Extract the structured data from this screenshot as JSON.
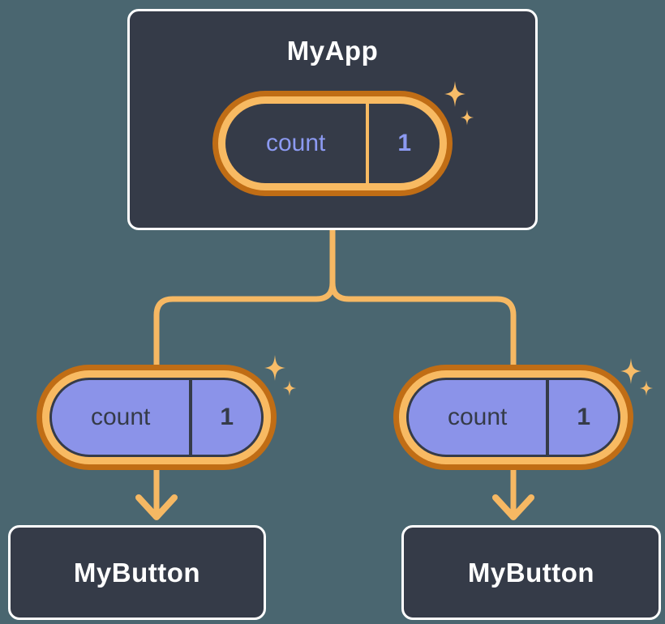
{
  "nodes": {
    "app": {
      "label": "MyApp",
      "state": {
        "key": "count",
        "value": "1"
      }
    },
    "button_left": {
      "label": "MyButton"
    },
    "button_right": {
      "label": "MyButton"
    }
  },
  "props": {
    "left": {
      "key": "count",
      "value": "1"
    },
    "right": {
      "key": "count",
      "value": "1"
    }
  },
  "icons": {
    "sparkle": "sparkle-icon",
    "arrow": "arrow-down-icon"
  },
  "colors": {
    "background": "#4a6670",
    "node_fill": "#353b48",
    "node_border": "#ffffff",
    "node_text": "#ffffff",
    "pill_ring_outer": "#c06d15",
    "pill_ring_inner": "#f8ba62",
    "pill_fill_child": "#8b93e9",
    "pill_text_parent": "#8c9af2",
    "pill_text_child": "#353b48",
    "connector": "#f6b863",
    "sparkle": "#f7bc68"
  }
}
